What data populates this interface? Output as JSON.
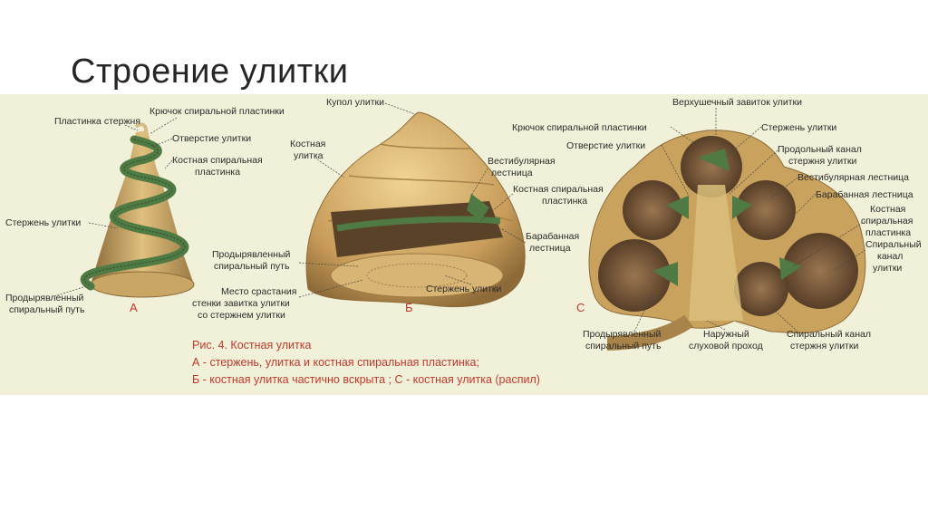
{
  "slide": {
    "title": "Строение улитки"
  },
  "figure": {
    "a": {
      "letter": "А",
      "labels": {
        "rod_plate": "Пластинка стержня",
        "hook": "Крючок спиральной пластинки",
        "opening": "Отверстие улитки",
        "bony_spiral_1": "Костная спиральная",
        "bony_spiral_2": "пластинка",
        "modiolus": "Стержень улитки",
        "perforated_1": "Продырявленный",
        "perforated_2": "спиральный путь"
      }
    },
    "b": {
      "letter": "Б",
      "labels": {
        "cupula": "Купол улитки",
        "bony_cochlea_1": "Костная",
        "bony_cochlea_2": "улитка",
        "vestibular_1": "Вестибулярная",
        "vestibular_2": "лестница",
        "bony_plate_1": "Костная спиральная",
        "bony_plate_2": "пластинка",
        "tympanic_1": "Барабанная",
        "tympanic_2": "лестница",
        "perforated_1": "Продырявленный",
        "perforated_2": "спиральный путь",
        "fusion_1": "Место срастания",
        "fusion_2": "стенки завитка улитки",
        "fusion_3": "со стержнем улитки",
        "modiolus": "Стержень улитки"
      }
    },
    "c": {
      "letter": "С",
      "labels": {
        "apical": "Верхушечный завиток улитки",
        "hook": "Крючок спиральной пластинки",
        "modiolus": "Стержень улитки",
        "opening": "Отверстие улитки",
        "long_canal_1": "Продольный канал",
        "long_canal_2": "стержня улитки",
        "vestibular": "Вестибулярная лестница",
        "tympanic": "Барабанная лестница",
        "bony_1": "Костная",
        "bony_2": "спиральная",
        "bony_3": "пластинка",
        "spiral_1": "Спиральный",
        "spiral_2": "канал",
        "spiral_3": "улитки",
        "perforated_1": "Продырявленный",
        "perforated_2": "спиральный путь",
        "meatus_1": "Наружный",
        "meatus_2": "слуховой проход",
        "spiral_canal_1": "Спиральный канал",
        "spiral_canal_2": "стержня улитки"
      }
    },
    "caption": {
      "line1": "Рис. 4. Костная улитка",
      "line2": "А - стержень, улитка и костная спиральная пластинка;",
      "line3": "Б - костная улитка частично вскрыта ; С - костная улитка (распил)"
    },
    "colors": {
      "background": "#f1f1da",
      "bone": "#d9b56f",
      "bone_dark": "#a8834a",
      "plate_green": "#4f7a43",
      "cavity": "#7a5a3a",
      "caption": "#c0392b"
    }
  }
}
